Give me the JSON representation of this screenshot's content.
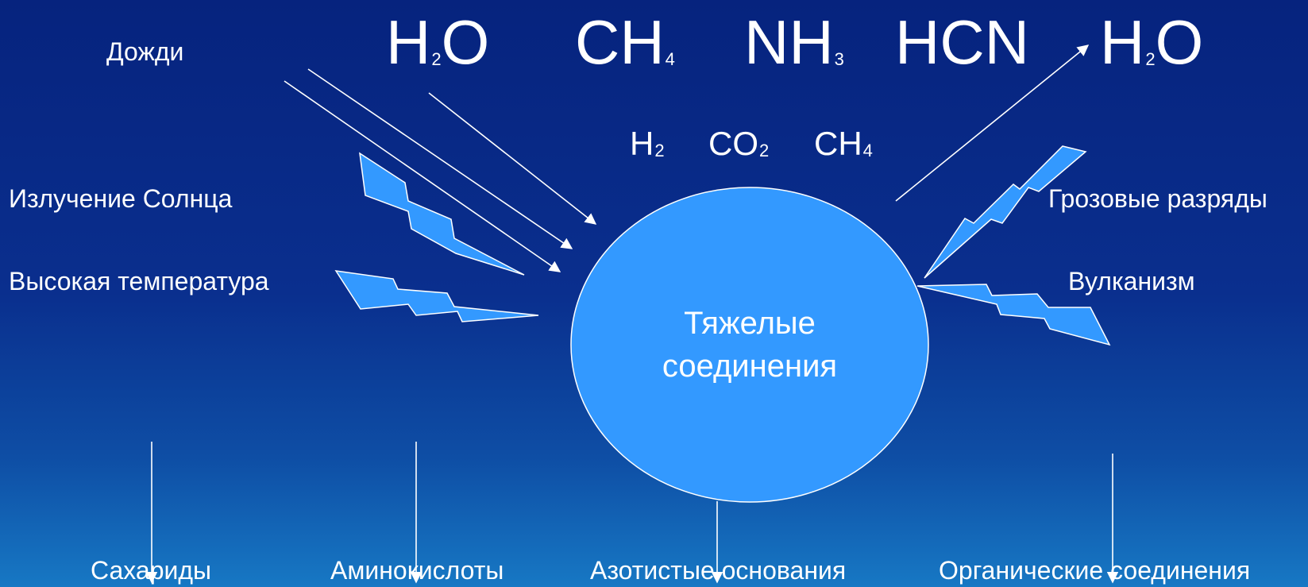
{
  "colors": {
    "background_top": "#06237e",
    "background_bottom": "#1778c4",
    "ellipse_fill": "#3399ff",
    "bolt_fill": "#3399ff",
    "line": "#ffffff",
    "text": "#ffffff"
  },
  "top_formulas": [
    {
      "symbol": "H",
      "sub": "2",
      "tail": "O"
    },
    {
      "symbol": "CH",
      "sub": "4",
      "tail": ""
    },
    {
      "symbol": "NH",
      "sub": "3",
      "tail": ""
    },
    {
      "symbol": "HCN",
      "sub": "",
      "tail": ""
    },
    {
      "symbol": "H",
      "sub": "2",
      "tail": "O"
    }
  ],
  "middle_formulas": [
    {
      "symbol": "H",
      "sub": "2",
      "tail": ""
    },
    {
      "symbol": "CO",
      "sub": "2",
      "tail": ""
    },
    {
      "symbol": "CH",
      "sub": "4",
      "tail": ""
    }
  ],
  "left_labels": {
    "rain": "Дожди",
    "solar": "Излучение Солнца",
    "heat": "Высокая температура"
  },
  "right_labels": {
    "lightning": "Грозовые разряды",
    "volcanism": "Вулканизм"
  },
  "center": {
    "line1": "Тяжелые",
    "line2": "соединения"
  },
  "products": [
    "Сахариды",
    "Аминокислоты",
    "Азотистые основания",
    "Органические соединения"
  ]
}
